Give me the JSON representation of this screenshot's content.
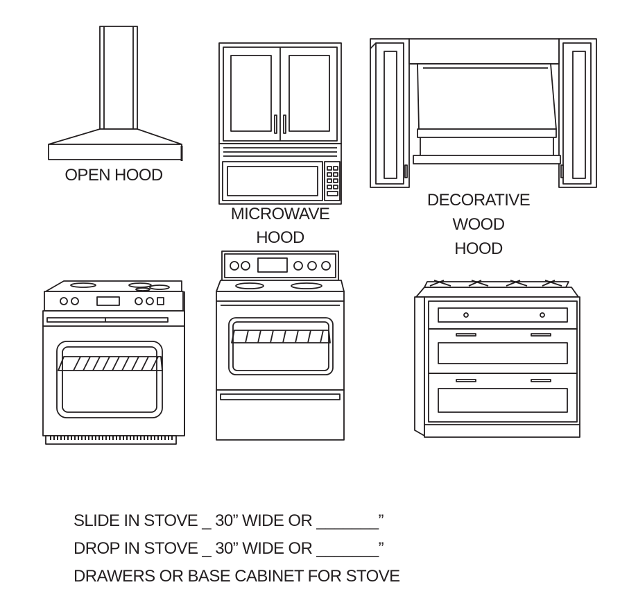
{
  "labels": {
    "open_hood": "OPEN HOOD",
    "microwave_hood": [
      "MICROWAVE",
      "HOOD"
    ],
    "decorative_hood": [
      "DECORATIVE",
      "WOOD",
      "HOOD"
    ]
  },
  "notes": [
    "SLIDE IN STOVE _ 30” WIDE OR _______”",
    "DROP IN STOVE _ 30” WIDE OR _______”",
    "DRAWERS OR BASE CABINET FOR STOVE"
  ],
  "colors": {
    "line": "#231f20",
    "background": "#ffffff"
  }
}
